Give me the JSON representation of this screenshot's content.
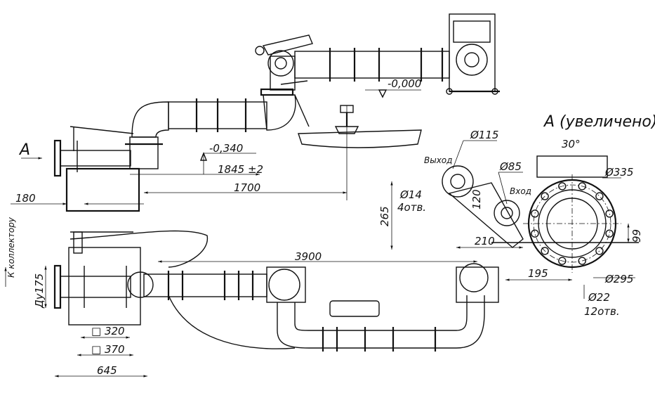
{
  "section_label": "A",
  "view_title": "A (увеличено)",
  "dimensions": {
    "elev_top": "-0,000",
    "elev_mid": "-0,340",
    "d_1845": "1845 ±2",
    "d_1700": "1700",
    "d_180": "180",
    "d_3900": "3900",
    "d_dy175": "Ду175",
    "d_320": "□ 320",
    "d_370": "□ 370",
    "d_645": "645",
    "d_115": "Ø115",
    "d_85": "Ø85",
    "d_14": "Ø14",
    "d_14_holes": "4отв.",
    "d_265": "265",
    "d_120": "120",
    "d_210": "210",
    "d_195": "195",
    "d_30": "30°",
    "d_335": "Ø335",
    "d_99": "99",
    "d_295": "Ø295",
    "d_22": "Ø22",
    "d_22_holes": "12отв."
  },
  "labels": {
    "outlet": "Выход",
    "inlet": "Вход",
    "to_collector": "К коллектору"
  }
}
